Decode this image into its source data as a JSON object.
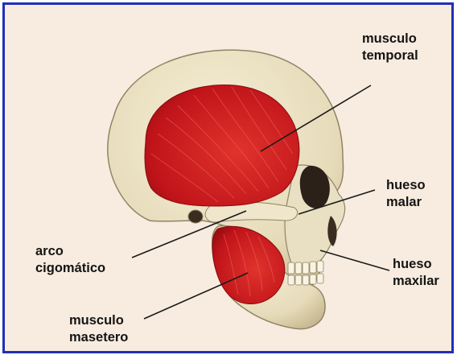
{
  "colors": {
    "border": "#1f2fb8",
    "background": "#f7ecdf",
    "bone": "#ece3c6",
    "bone_shadow": "#b9ab87",
    "muscle": "#c8161b",
    "muscle_highlight": "#e64b45"
  },
  "labels": {
    "temporal": {
      "line1": "musculo",
      "line2": "temporal"
    },
    "malar": {
      "line1": "hueso",
      "line2": "malar"
    },
    "arco": {
      "line1": "arco",
      "line2": "cigomático"
    },
    "maxilar": {
      "line1": "hueso",
      "line2": "maxilar"
    },
    "masetero": {
      "line1": "musculo",
      "line2": "masetero"
    }
  }
}
